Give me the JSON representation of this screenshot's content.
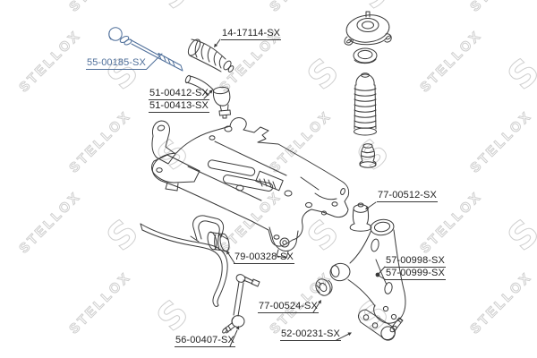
{
  "watermark": {
    "brand": "STELLOX",
    "logo_letter": "S",
    "color": "#d9d9d9"
  },
  "diagram": {
    "description": "Front suspension exploded parts diagram",
    "line_color": "#3a3a3a",
    "highlight_color": "#4f6f9a",
    "labels": [
      {
        "id": "inner-tie-rod",
        "part_number": "55-00185-SX",
        "highlighted": true
      },
      {
        "id": "steering-rack-boot",
        "part_number": "14-17114-SX",
        "highlighted": false
      },
      {
        "id": "tie-rod-end-right",
        "part_number": "51-00412-SX",
        "highlighted": false
      },
      {
        "id": "tie-rod-end-left",
        "part_number": "51-00413-SX",
        "highlighted": false
      },
      {
        "id": "control-arm-bushing",
        "part_number": "77-00512-SX",
        "highlighted": false
      },
      {
        "id": "control-arm-right",
        "part_number": "57-00998-SX",
        "highlighted": false
      },
      {
        "id": "control-arm-left",
        "part_number": "57-00999-SX",
        "highlighted": false
      },
      {
        "id": "stabilizer-bushing",
        "part_number": "79-00328-SX",
        "highlighted": false
      },
      {
        "id": "lower-arm-bushing",
        "part_number": "77-00524-SX",
        "highlighted": false
      },
      {
        "id": "stabilizer-link",
        "part_number": "56-00407-SX",
        "highlighted": false
      },
      {
        "id": "ball-joint",
        "part_number": "52-00231-SX",
        "highlighted": false
      }
    ]
  }
}
